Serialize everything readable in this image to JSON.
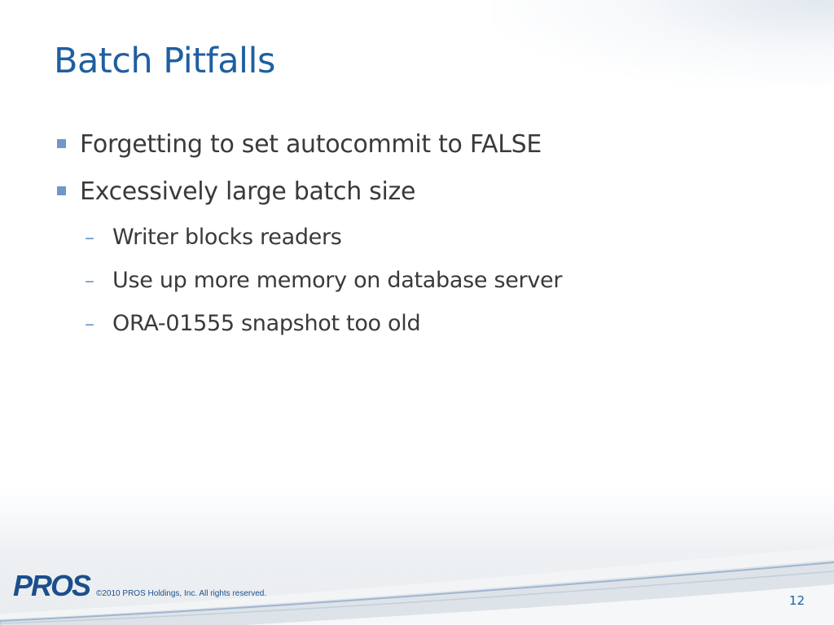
{
  "slide": {
    "title": "Batch Pitfalls",
    "bullets": [
      {
        "text": "Forgetting to set autocommit to FALSE"
      },
      {
        "text": "Excessively large batch size"
      }
    ],
    "sub_bullets": [
      {
        "text": "Writer blocks readers"
      },
      {
        "text": "Use up more memory on database server"
      },
      {
        "text": "ORA-01555 snapshot too old"
      }
    ],
    "sub_marker": "–",
    "page_number": "12"
  },
  "footer": {
    "logo_text": "PROS",
    "copyright": "©2010 PROS Holdings, Inc. All rights reserved."
  },
  "colors": {
    "title": "#1f5fa0",
    "bullet_marker": "#6f97c9",
    "body_text": "#3a3a3a",
    "logo": "#1a4f8c"
  }
}
